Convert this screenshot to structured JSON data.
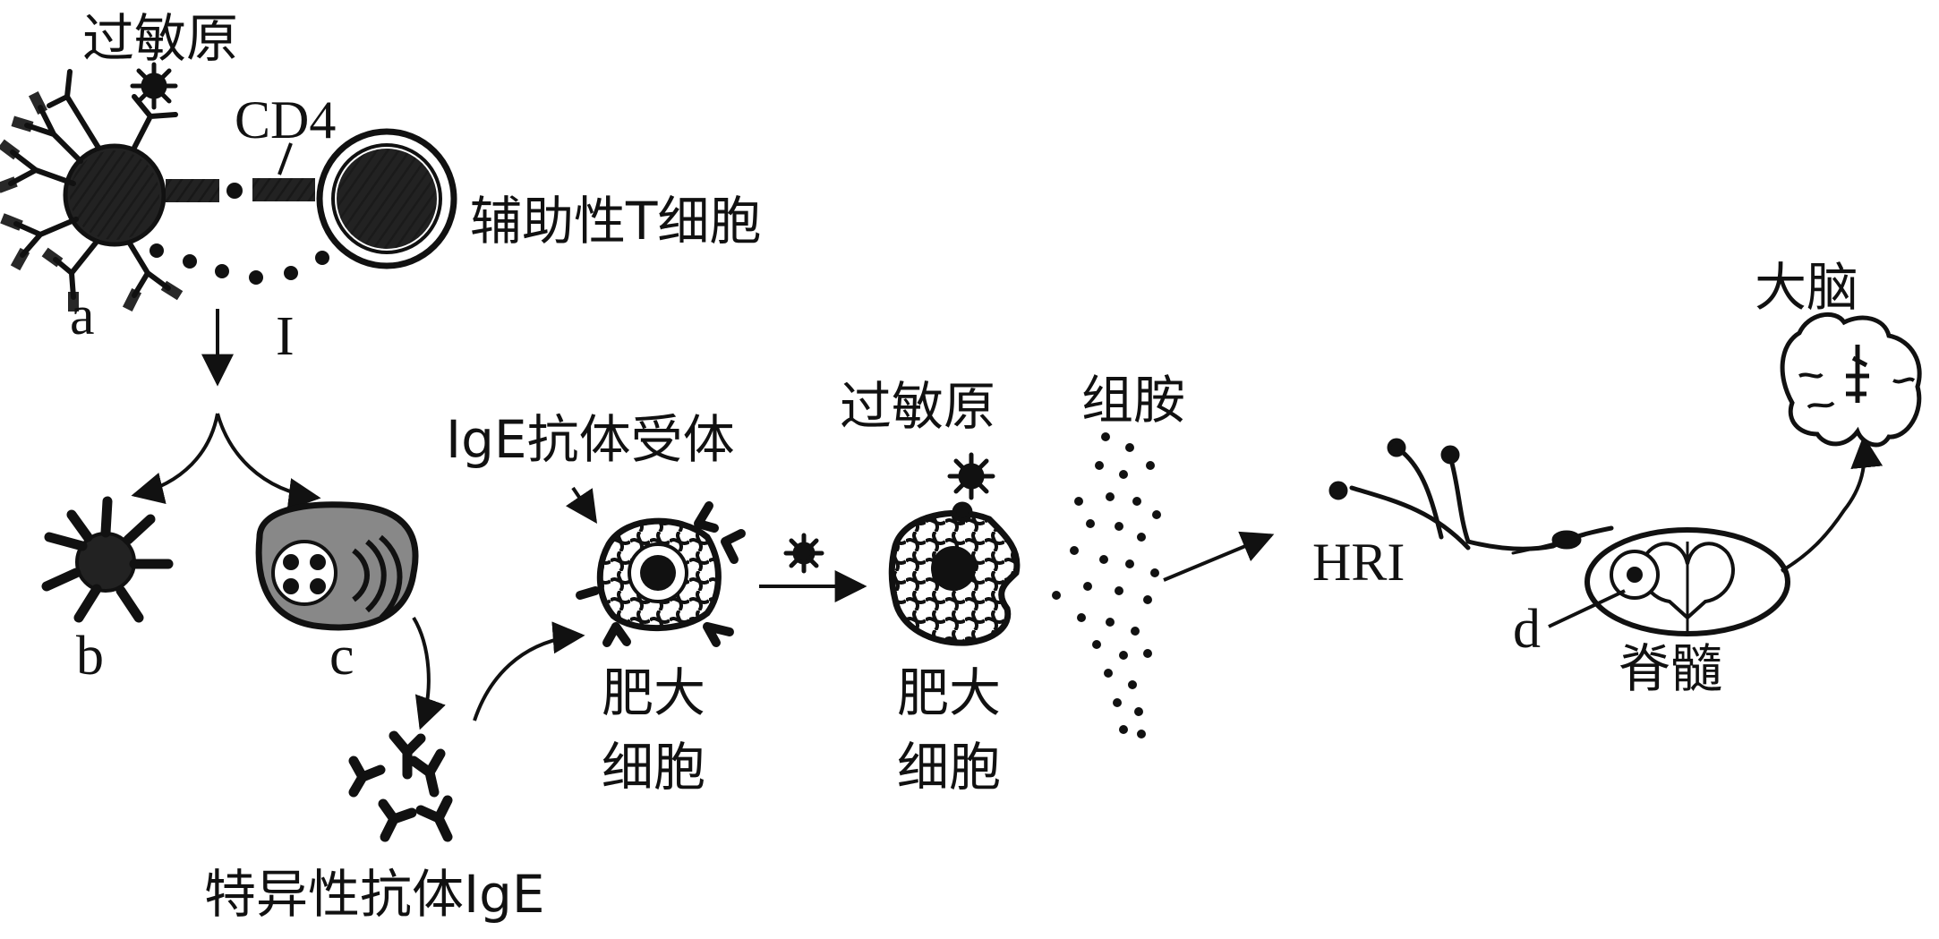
{
  "labels": {
    "allergen_top": "过敏原",
    "cd4": "CD4",
    "helper_t": "辅助性T细胞",
    "a": "a",
    "I": "I",
    "b": "b",
    "c": "c",
    "ige_receptor": "IgE抗体受体",
    "mast_cell_1": [
      "肥大",
      "细胞"
    ],
    "allergen_mid": "过敏原",
    "histamine": "组胺",
    "mast_cell_2": [
      "肥大",
      "细胞"
    ],
    "specific_ige": "特异性抗体IgE",
    "hri": "HRI",
    "brain": "大脑",
    "d": "d",
    "spinal_cord": "脊髓"
  },
  "colors": {
    "ink": "#111111",
    "cell_fill": "#2a2a2a",
    "cell_grey": "#777777",
    "background": "#ffffff"
  }
}
